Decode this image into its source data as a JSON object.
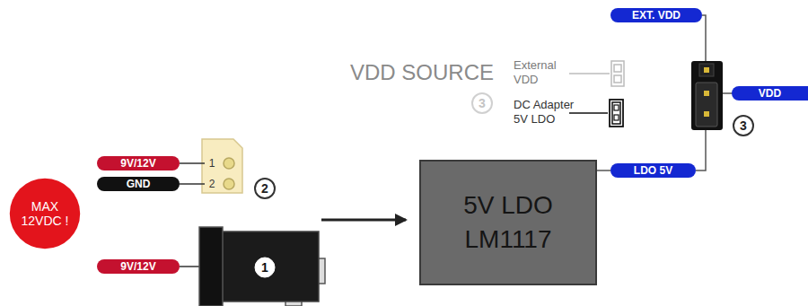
{
  "diagram": {
    "nodes": [
      {
        "text": [
          "MAX 12VDC !"
        ]
      },
      {
        "text": [
          "9V/12V"
        ]
      },
      {
        "text": [
          "GND"
        ]
      },
      {
        "text": [
          "9V/12V"
        ]
      },
      {
        "text": [
          "5V LDO",
          "LM1117"
        ]
      },
      {
        "text": [
          "LDO 5V"
        ]
      },
      {
        "text": [
          "EXT. VDD"
        ]
      },
      {
        "text": [
          "VDD"
        ]
      }
    ],
    "edges": [
      {
        "from": 4,
        "to": 5,
        "arrow": "none"
      }
    ],
    "labels": [
      "VDD SOURCE",
      "External VDD",
      "DC Adapter 5V LDO",
      "3",
      "3",
      "1",
      "2",
      "2",
      "1"
    ]
  }
}
